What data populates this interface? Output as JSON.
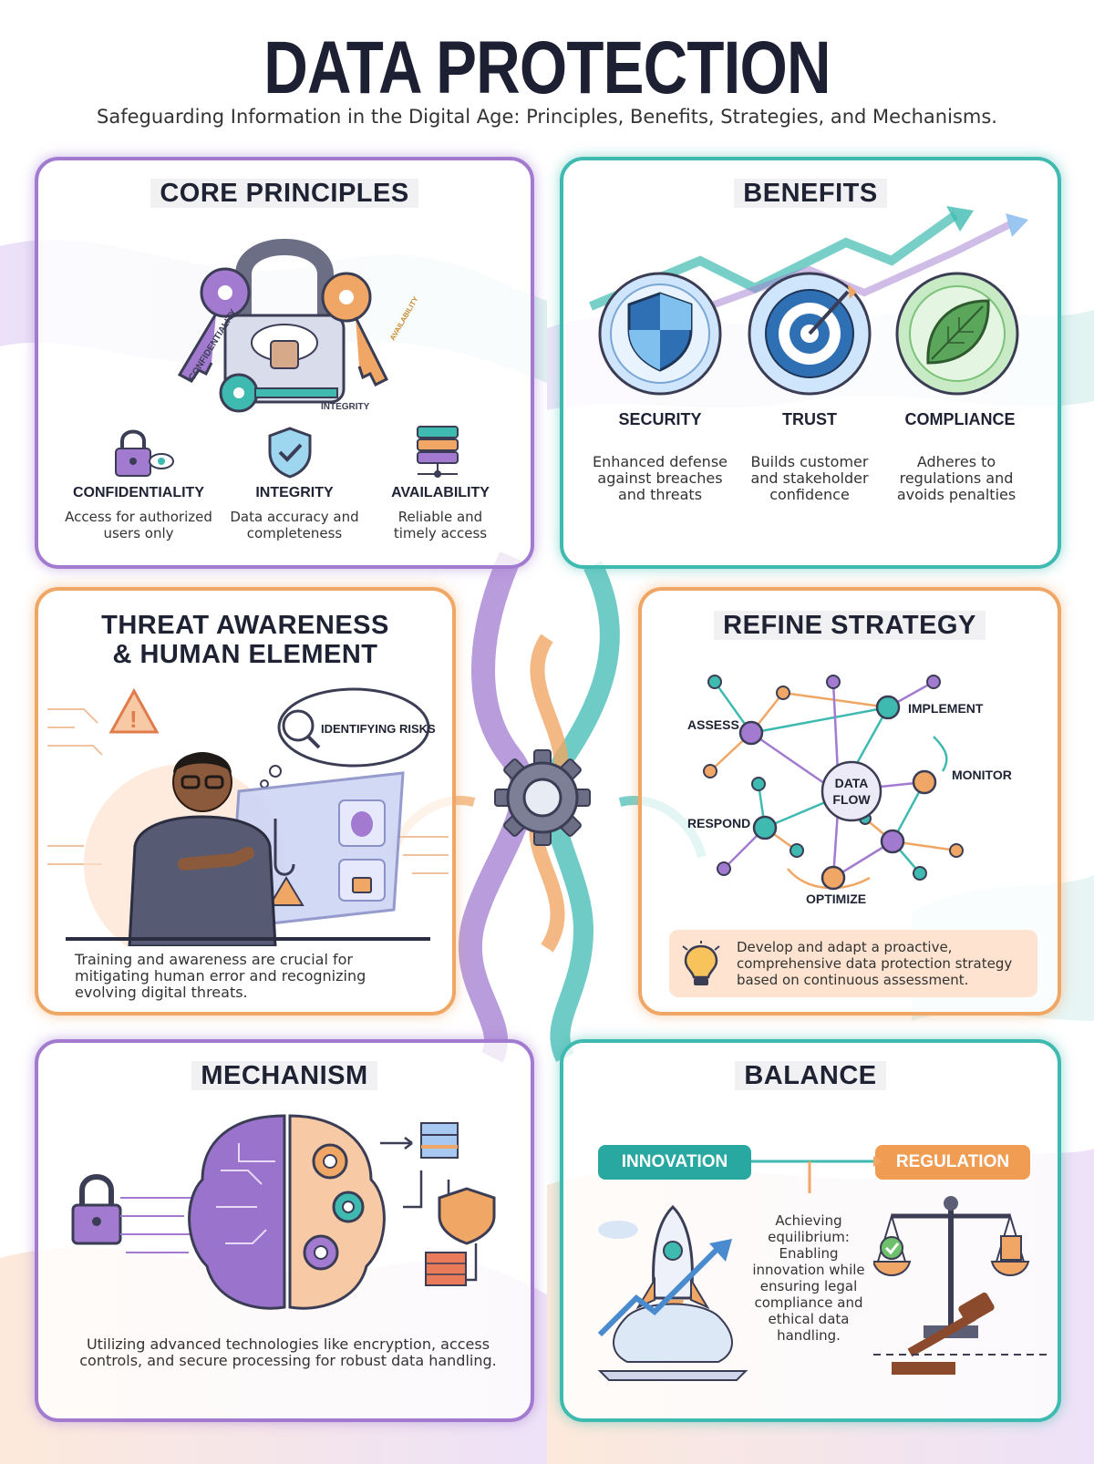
{
  "header": {
    "title": "DATA PROTECTION",
    "subtitle": "Safeguarding Information in the Digital Age: Principles, Benefits, Strategies, and Mechanisms."
  },
  "core_principles": {
    "title": "CORE PRINCIPLES",
    "key_labels": [
      "CONFIDENTIALITY",
      "AVAILABILITY",
      "INTEGRITY"
    ],
    "items": [
      {
        "label": "CONFIDENTIALITY",
        "desc": "Access for authorized users only",
        "icon": "lock-eye-icon"
      },
      {
        "label": "INTEGRITY",
        "desc": "Data accuracy and completeness",
        "icon": "shield-check-icon"
      },
      {
        "label": "AVAILABILITY",
        "desc": "Reliable and timely access",
        "icon": "server-icon"
      }
    ]
  },
  "benefits": {
    "title": "BENEFITS",
    "items": [
      {
        "label": "SECURITY",
        "desc": "Enhanced defense against breaches and threats",
        "icon": "shield-icon"
      },
      {
        "label": "TRUST",
        "desc": "Builds customer and stakeholder confidence",
        "icon": "target-icon"
      },
      {
        "label": "COMPLIANCE",
        "desc": "Adheres to regulations and avoids penalties",
        "icon": "leaf-icon"
      }
    ]
  },
  "threat": {
    "title_line1": "THREAT AWARENESS",
    "title_line2": "& HUMAN ELEMENT",
    "bubble": "IDENTIFYING RISKS",
    "desc": "Training and awareness are crucial for mitigating human error and recognizing evolving digital threats."
  },
  "strategy": {
    "title": "REFINE STRATEGY",
    "center": [
      "DATA",
      "FLOW"
    ],
    "nodes": [
      "ASSESS",
      "IMPLEMENT",
      "MONITOR",
      "RESPOND",
      "OPTIMIZE"
    ],
    "desc": "Develop and adapt a proactive, comprehensive data protection strategy based on continuous assessment."
  },
  "mechanism": {
    "title": "MECHANISM",
    "desc": "Utilizing advanced technologies like encryption, access controls, and secure processing for robust data handling."
  },
  "balance": {
    "title": "BALANCE",
    "left": "INNOVATION",
    "right": "REGULATION",
    "desc": "Achieving equilibrium: Enabling innovation while ensuring legal compliance and ethical data handling."
  },
  "colors": {
    "purple": "#a27bd0",
    "teal": "#3fbab1",
    "orange": "#f0a664",
    "navy": "#1d1f33"
  }
}
